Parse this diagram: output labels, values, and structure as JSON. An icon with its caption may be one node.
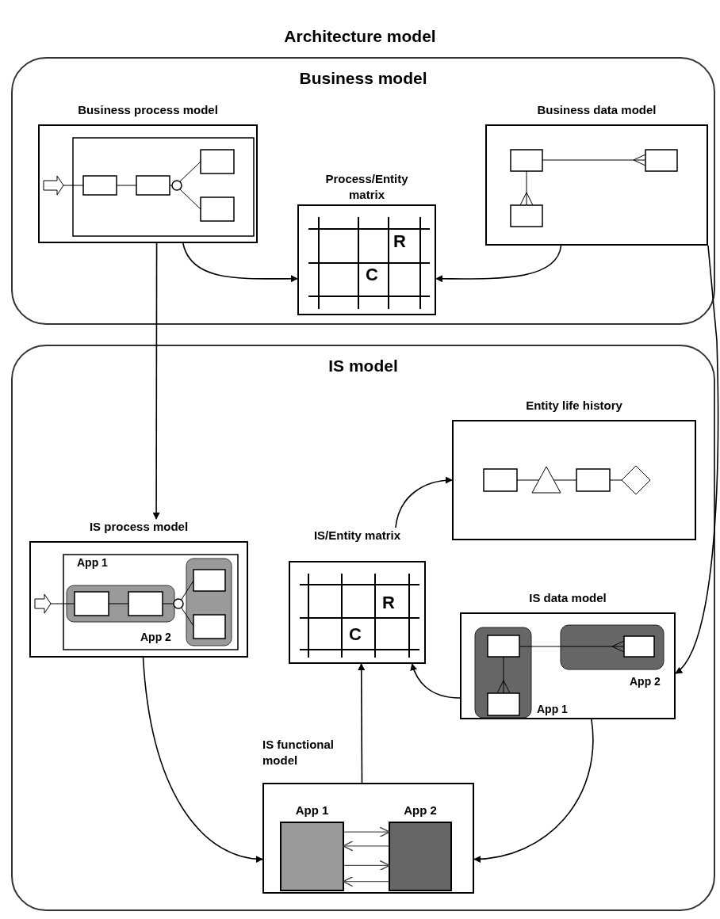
{
  "diagram": {
    "title": "Architecture model",
    "nodes": [
      {
        "text": [
          "Business model"
        ]
      },
      {
        "text": [
          "Business process model"
        ],
        "in": 0
      },
      {
        "text": [
          "Process/Entity matrix"
        ],
        "in": 0
      },
      {
        "text": [
          "Business data model"
        ],
        "in": 0
      },
      {
        "text": [
          "IS model"
        ]
      },
      {
        "text": [
          "Entity life history"
        ],
        "in": 4
      },
      {
        "text": [
          "IS process model"
        ],
        "in": 4
      },
      {
        "text": [
          "IS/Entity matrix"
        ],
        "in": 4
      },
      {
        "text": [
          "IS data model"
        ],
        "in": 4
      },
      {
        "text": [
          "IS functional model"
        ],
        "in": 4
      },
      {
        "text": [
          "App 1"
        ],
        "in": 9
      },
      {
        "text": [
          "App 2"
        ],
        "in": 9
      }
    ],
    "edges": [
      {
        "from": 1,
        "to": 2,
        "arrow": "to"
      },
      {
        "from": 3,
        "to": 2,
        "arrow": "to"
      },
      {
        "from": 1,
        "to": 6,
        "arrow": "to"
      },
      {
        "from": 3,
        "to": 8,
        "arrow": "to"
      },
      {
        "from": 7,
        "to": 5,
        "arrow": "to"
      },
      {
        "from": 9,
        "to": 7,
        "arrow": "to"
      },
      {
        "from": 8,
        "to": 7,
        "arrow": "to"
      },
      {
        "from": 8,
        "to": 9,
        "arrow": "to"
      },
      {
        "from": 6,
        "to": 9,
        "arrow": "to"
      },
      {
        "from": 10,
        "to": 11,
        "arrow": "to"
      },
      {
        "from": 11,
        "to": 10,
        "arrow": "to"
      },
      {
        "from": 10,
        "to": 11,
        "arrow": "to"
      },
      {
        "from": 11,
        "to": 10,
        "arrow": "to"
      }
    ],
    "labels": [
      "R",
      "C",
      "App 1",
      "App 2",
      "R",
      "C",
      "App 2",
      "App 1"
    ]
  }
}
